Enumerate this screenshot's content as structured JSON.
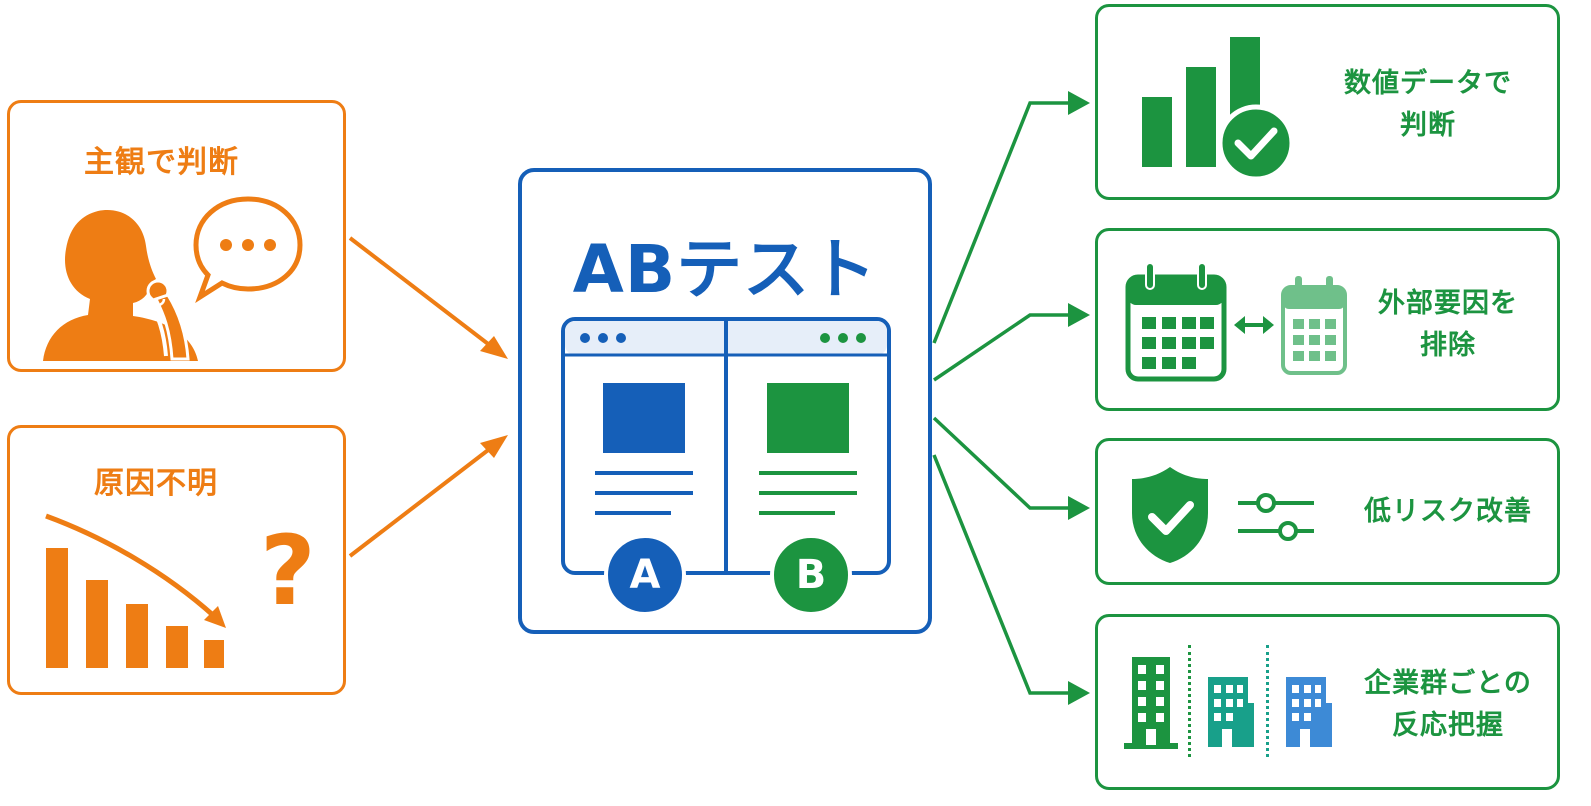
{
  "center": {
    "title": "ABテスト",
    "variant_a": "A",
    "variant_b": "B"
  },
  "problems": [
    {
      "label": "主観で判断"
    },
    {
      "label": "原因不明"
    }
  ],
  "question_mark": "?",
  "benefits": [
    {
      "label": "数値データで\n判断"
    },
    {
      "label": "外部要因を\n排除"
    },
    {
      "label": "低リスク改善"
    },
    {
      "label": "企業群ごとの\n反応把握"
    }
  ],
  "colors": {
    "orange": "#ee7d14",
    "blue": "#155fb8",
    "green": "#1c9440",
    "teal": "#18a08a",
    "light_blue": "#3d8ad6",
    "light_green": "#6fc08a"
  },
  "icons": [
    "person-thinking-icon",
    "speech-bubble-icon",
    "declining-bar-chart-icon",
    "question-mark-icon",
    "browser-split-icon",
    "bar-chart-check-icon",
    "calendar-icon",
    "swap-arrows-icon",
    "shield-check-icon",
    "sliders-icon",
    "building-icon"
  ]
}
